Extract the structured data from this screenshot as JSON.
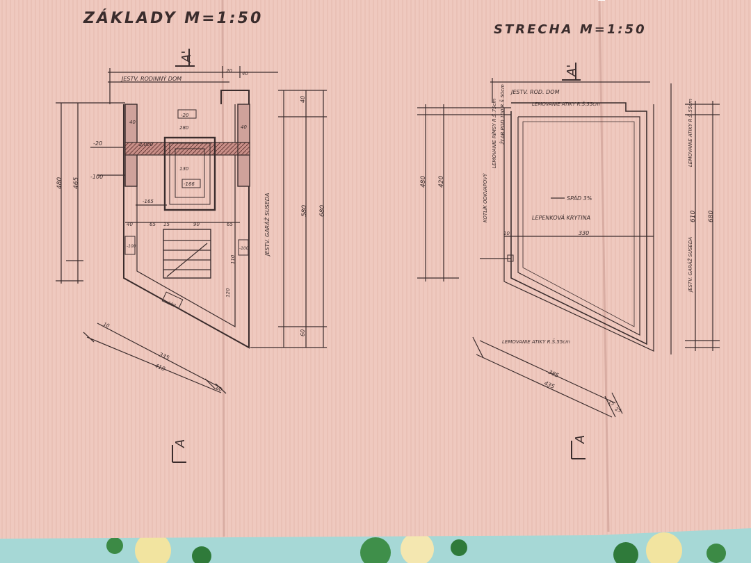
{
  "drawing_left": {
    "title": "ZÁKLADY M=1:50",
    "section_top": "A'",
    "section_bottom": "A",
    "label_neighbor_house": "JESTV. RODINNÝ DOM",
    "label_neighbor_garage": "JESTV. GARÁŽ SUSEDA",
    "dims": {
      "d20a": "20",
      "d40a": "40",
      "d40b": "40",
      "d40c": "40",
      "d40d": "40",
      "d40e": "40",
      "d480": "480",
      "d465": "465",
      "d580": "580",
      "d680": "680",
      "d60": "60",
      "dm20": "-20",
      "d280": "280",
      "dm100": "-100",
      "d2000": "2,000",
      "d130": "130",
      "dm166a": "-166",
      "dm165": "-165",
      "d65a": "65",
      "d65b": "65",
      "d90": "90",
      "d15": "15",
      "d110": "110",
      "d120": "120",
      "dm100b": "-100",
      "dm100c": "-100",
      "dm100d": "-100",
      "d335": "335",
      "d410": "410",
      "d60b": "60",
      "d10": "10"
    }
  },
  "drawing_right": {
    "title": "STRECHA M=1:50",
    "section_top": "A'",
    "section_bottom": "A",
    "label_neighbor_house": "JESTV. ROD. DOM",
    "label_parapet_top": "LEMOVANIE ATIKY R.Š.55cm",
    "label_parapet_bottom": "LEMOVANIE ATIKY R.Š.55cm",
    "label_parapet_side": "LEMOVANIE ATIKY R.Š.55cm",
    "label_eaves": "LEMOVANIE RÍMSY R.Š.75cm",
    "label_gutter": "ŽĽAB POD 100 R.Š.50cm",
    "label_drain": "KOTLÍK ODKVAPOVÝ",
    "label_slope": "SPÁD 3%",
    "label_roofing": "LEPENKOVÁ KRYTINA",
    "label_neighbor_garage": "JESTV. GARÁŽ SUSEDA",
    "dims": {
      "d480": "480",
      "d420": "420",
      "d610": "610",
      "d680": "680",
      "d330": "330",
      "d10": "10",
      "d385": "385",
      "d435": "435",
      "d15": "15",
      "d25": "25"
    }
  }
}
